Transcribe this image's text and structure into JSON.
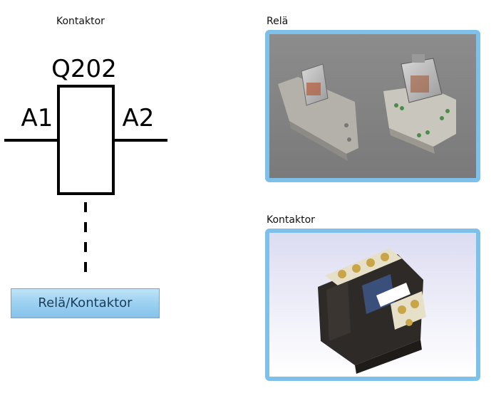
{
  "symbol": {
    "caption": "Kontaktor",
    "designation": "Q202",
    "terminal_left": "A1",
    "terminal_right": "A2"
  },
  "button": {
    "label": "Relä/Kontaktor"
  },
  "photos": {
    "relay": {
      "caption": "Relä"
    },
    "contactor": {
      "caption": "Kontaktor"
    }
  },
  "colors": {
    "frame": "#7dc0ea",
    "button_top": "#bfe3f7",
    "button_bottom": "#86c3ea",
    "line": "#000000"
  }
}
